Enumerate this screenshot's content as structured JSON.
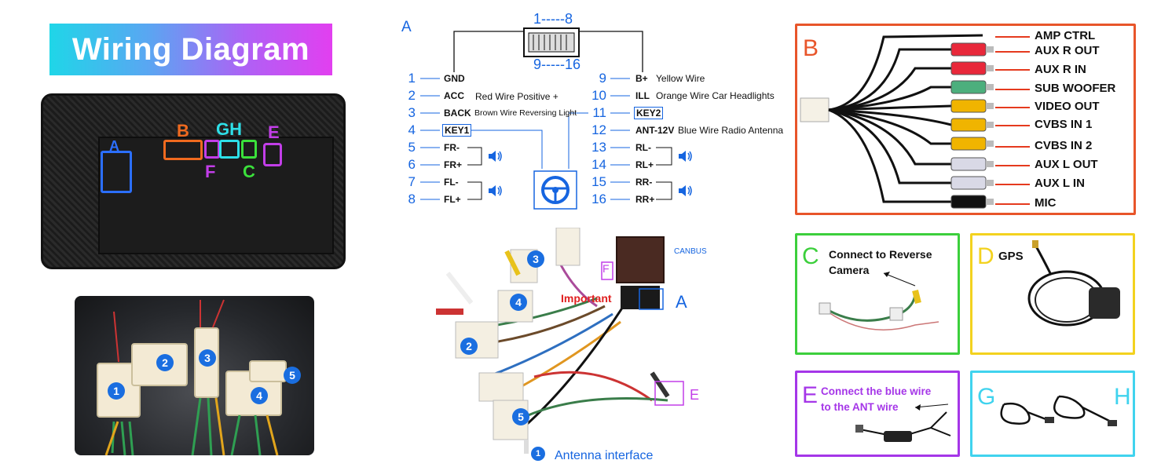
{
  "title": "Wiring Diagram",
  "head_unit": {
    "labels": {
      "a": "A",
      "b": "B",
      "gh": "GH",
      "e": "E",
      "f": "F",
      "c": "C"
    }
  },
  "harness_photo": {
    "bubbles": [
      "1",
      "2",
      "3",
      "4",
      "5"
    ]
  },
  "pinout": {
    "section_letter": "A",
    "range_top": "1-----8",
    "range_bottom": "9-----16",
    "left": [
      {
        "num": "1",
        "code": "GND",
        "desc": ""
      },
      {
        "num": "2",
        "code": "ACC",
        "desc": "Red Wire Positive +"
      },
      {
        "num": "3",
        "code": "BACK",
        "desc": "Brown Wire Reversing Light"
      },
      {
        "num": "4",
        "code": "KEY1",
        "desc": ""
      },
      {
        "num": "5",
        "code": "FR-",
        "desc": ""
      },
      {
        "num": "6",
        "code": "FR+",
        "desc": ""
      },
      {
        "num": "7",
        "code": "FL-",
        "desc": ""
      },
      {
        "num": "8",
        "code": "FL+",
        "desc": ""
      }
    ],
    "right": [
      {
        "num": "9",
        "code": "B+",
        "desc": "Yellow Wire"
      },
      {
        "num": "10",
        "code": "ILL",
        "desc": "Orange Wire Car Headlights"
      },
      {
        "num": "11",
        "code": "KEY2",
        "desc": ""
      },
      {
        "num": "12",
        "code": "ANT-12V",
        "desc": "Blue Wire Radio Antenna"
      },
      {
        "num": "13",
        "code": "RL-",
        "desc": ""
      },
      {
        "num": "14",
        "code": "RL+",
        "desc": ""
      },
      {
        "num": "15",
        "code": "RR-",
        "desc": ""
      },
      {
        "num": "16",
        "code": "RR+",
        "desc": ""
      }
    ]
  },
  "loom": {
    "canbus": "CANBUS",
    "important": "Important",
    "label_a": "A",
    "label_e": "E",
    "label_f": "F",
    "antenna_interface": "Antenna interface",
    "bubbles": [
      "1",
      "2",
      "3",
      "4",
      "5"
    ]
  },
  "panel_b": {
    "letter": "B",
    "labels": [
      "AMP CTRL",
      "AUX  R  OUT",
      "AUX  R  IN",
      "SUB  WOOFER",
      "VIDEO  OUT",
      "CVBS IN 1",
      "CVBS IN 2",
      "AUX  L  OUT",
      "AUX  L  IN",
      "MIC"
    ],
    "plug_colors": [
      "#000000",
      "#e8283a",
      "#e8283a",
      "#4caf7d",
      "#f0b400",
      "#f0b400",
      "#f0b400",
      "#d9d9e6",
      "#d9d9e6",
      "#111111"
    ]
  },
  "panel_c": {
    "letter": "C",
    "text_line1": "Connect to Reverse",
    "text_line2": "Camera"
  },
  "panel_d": {
    "letter": "D",
    "text": "GPS"
  },
  "panel_e": {
    "letter": "E",
    "text_line1": "Connect the blue wire",
    "text_line2": "to the ANT wire"
  },
  "panel_gh": {
    "letter_g": "G",
    "letter_h": "H"
  },
  "colors": {
    "panel_b_border": "#e8552a",
    "panel_c_border": "#3ccf3c",
    "panel_d_border": "#f3d21f",
    "panel_e_border": "#a536e8",
    "panel_gh_border": "#40d3ee",
    "accent_blue": "#1665e0"
  }
}
